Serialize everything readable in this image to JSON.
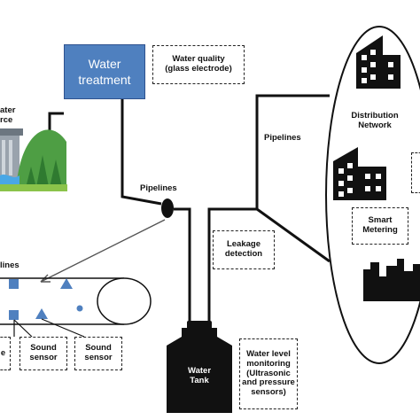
{
  "water_treatment": {
    "line1": "Water",
    "line2": "treatment"
  },
  "water_source": {
    "line1": "ater",
    "line2": "rce"
  },
  "labels": {
    "water_quality": {
      "line1": "Water quality",
      "line2": "(glass electrode)"
    },
    "pipelines_top": "Pipelines",
    "pipelines_right": "Pipelines",
    "pipelines_left": "lines",
    "distribution_network": {
      "line1": "Distribution",
      "line2": "Network"
    },
    "smart_metering": {
      "line1": "Smart",
      "line2": "Metering"
    },
    "leakage_detection": {
      "line1": "Leakage",
      "line2": "detection"
    },
    "sound_sensor_1": {
      "line1": "Sound",
      "line2": "sensor"
    },
    "sound_sensor_2": {
      "line1": "Sound",
      "line2": "sensor"
    },
    "partial_left": "e",
    "water_tank": {
      "line1": "Water",
      "line2": "Tank"
    },
    "water_level": {
      "line1": "Water level",
      "line2": "monitoring",
      "line3": "(Ultrasonic",
      "line4": "and pressure",
      "line5": "sensors)"
    }
  },
  "colors": {
    "treatment_fill": "#4f80bf",
    "sensor_blue": "#4f80bf",
    "building": "#111111",
    "tree_green": "#3e8e3a"
  }
}
